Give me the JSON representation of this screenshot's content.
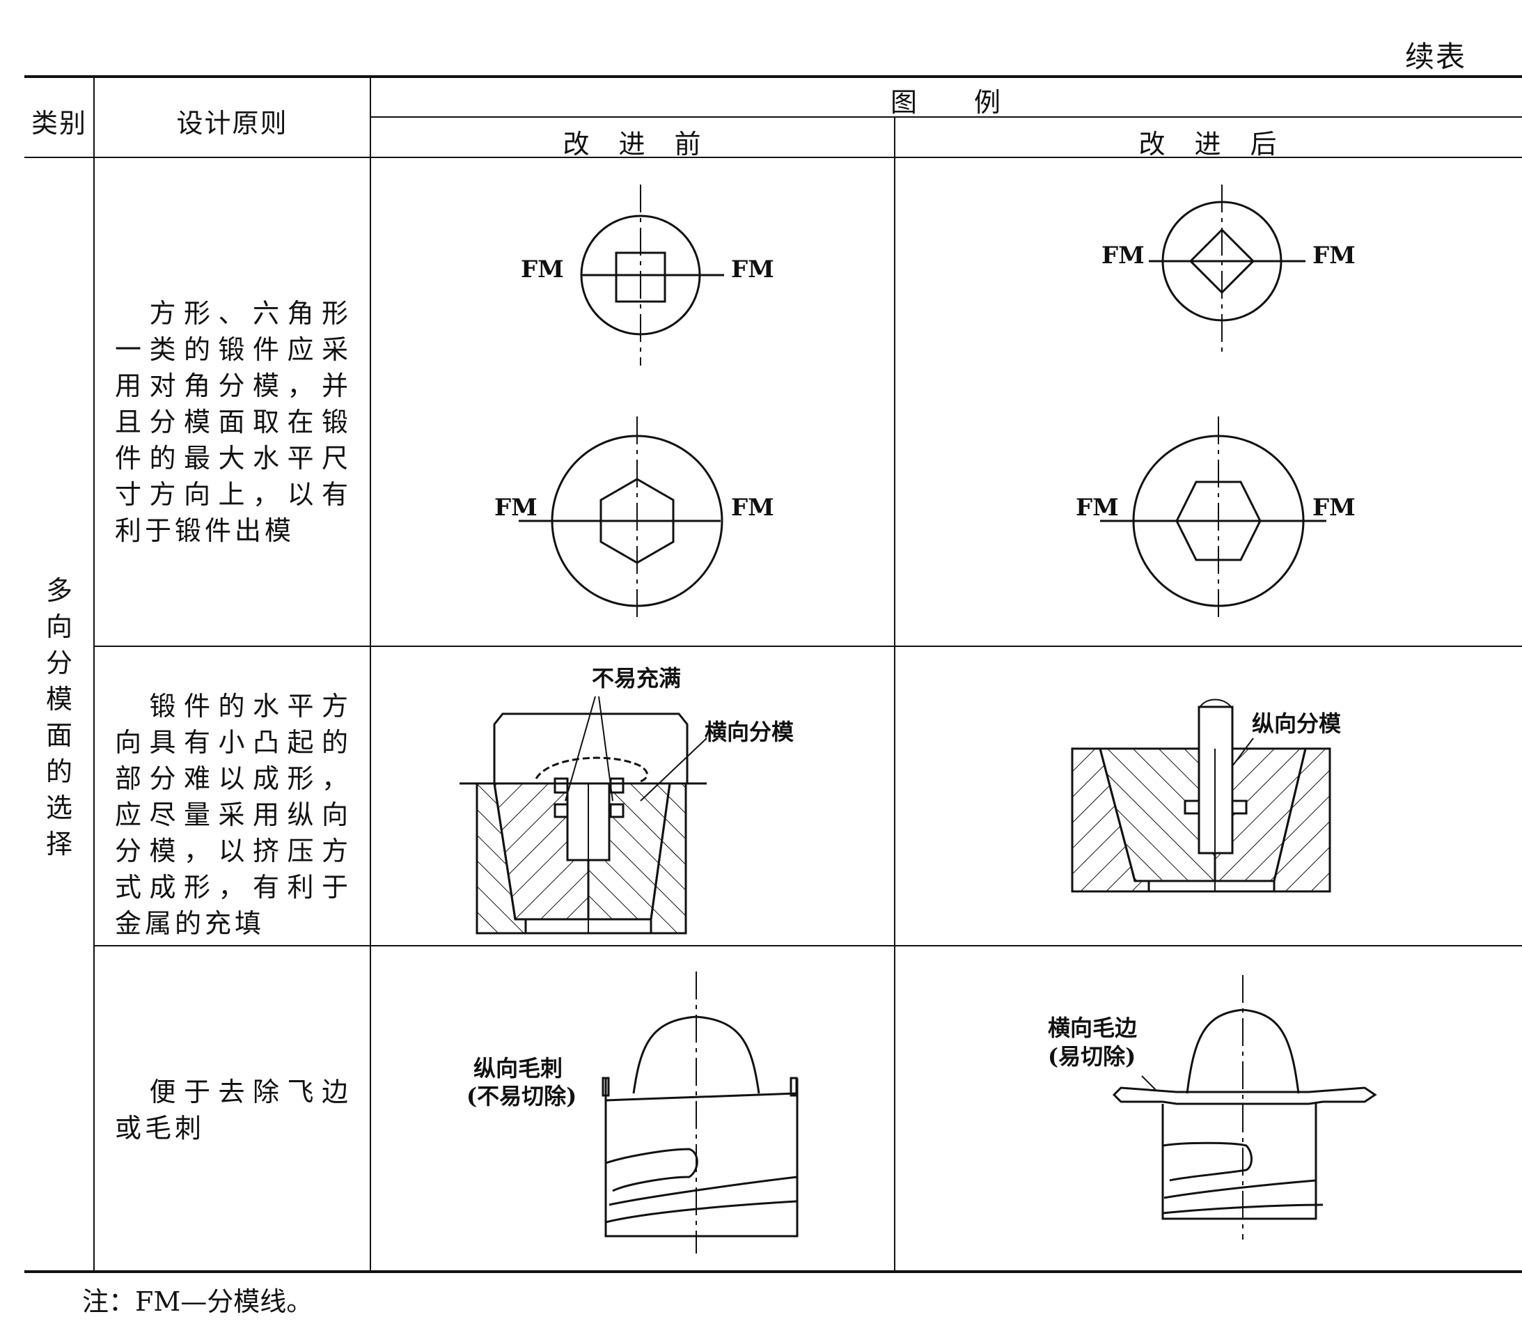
{
  "page": {
    "continued_label": "续表",
    "note": "注：FM—分模线。"
  },
  "table": {
    "headers": {
      "category": "类别",
      "principle": "设计原则",
      "illustration": "图　　例",
      "before": "改　进　前",
      "after": "改　进　后"
    },
    "category_value": "多向分模面的选择",
    "rows": [
      {
        "principle": "　方形、六角形一类的锻件应采用对角分模，并且分模面取在锻件的最大水平尺寸方向上，以有利于锻件出模"
      },
      {
        "principle": "　锻件的水平方向具有小凸起的部分难以成形，应尽量采用纵向分模，以挤压方式成形，有利于金属的充填"
      },
      {
        "principle": "　便于去除飞边或毛刺"
      }
    ]
  },
  "figures": {
    "fm": "FM",
    "row2_before_label_top": "不易充满",
    "row2_before_label_side": "横向分模",
    "row2_after_label": "纵向分模",
    "row3_before_label_line1": "纵向毛刺",
    "row3_before_label_line2": "(不易切除)",
    "row3_after_label_line1": "横向毛边",
    "row3_after_label_line2": "(易切除)"
  }
}
